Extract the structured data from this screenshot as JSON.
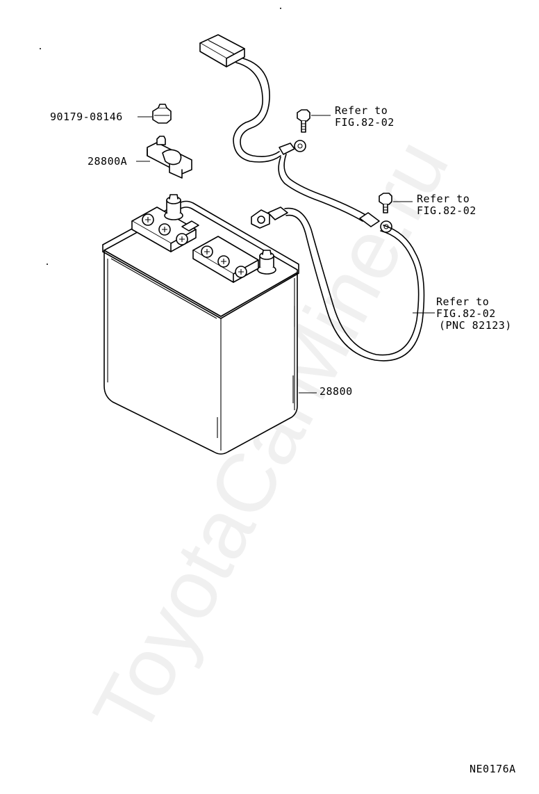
{
  "labels": {
    "bolt_part": "90179-08146",
    "clamp_part": "28800A",
    "battery_part": "28800",
    "ref1_line1": "Refer to",
    "ref1_line2": "FIG.82-02",
    "ref2_line1": "Refer to",
    "ref2_line2": "FIG.82-02",
    "ref3_line1": "Refer to",
    "ref3_line2": "FIG.82-02",
    "ref3_line3": "(PNC 82123)",
    "figure_code": "NE0176A"
  },
  "watermark": "ToyotaCarMine.ru"
}
